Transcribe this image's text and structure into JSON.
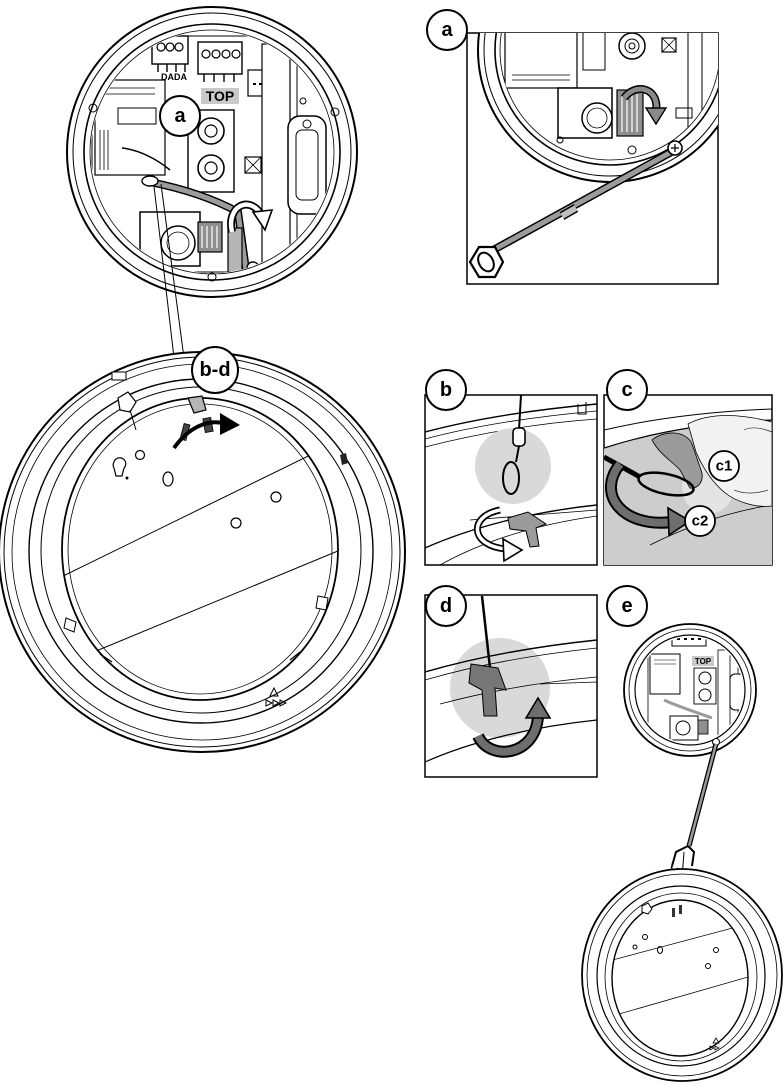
{
  "figure": {
    "main_unit": {
      "callout": "a",
      "terminal_label": "DADA",
      "top_label": "TOP"
    },
    "mounting_ring": {
      "callout": "b-d"
    },
    "panels": {
      "a": {
        "callout": "a"
      },
      "b": {
        "callout": "b"
      },
      "c": {
        "callout": "c",
        "sub_callouts": [
          "c1",
          "c2"
        ]
      },
      "d": {
        "callout": "d"
      },
      "e": {
        "callout": "e",
        "top_label": "TOP"
      }
    }
  },
  "colors": {
    "line": "#000000",
    "background": "#ffffff",
    "cable_gray": "#9b9b9b",
    "highlight_gray": "#d9d9d9",
    "plate_gray": "#cdcdcd",
    "arrow_dark": "#6e6e6e"
  }
}
